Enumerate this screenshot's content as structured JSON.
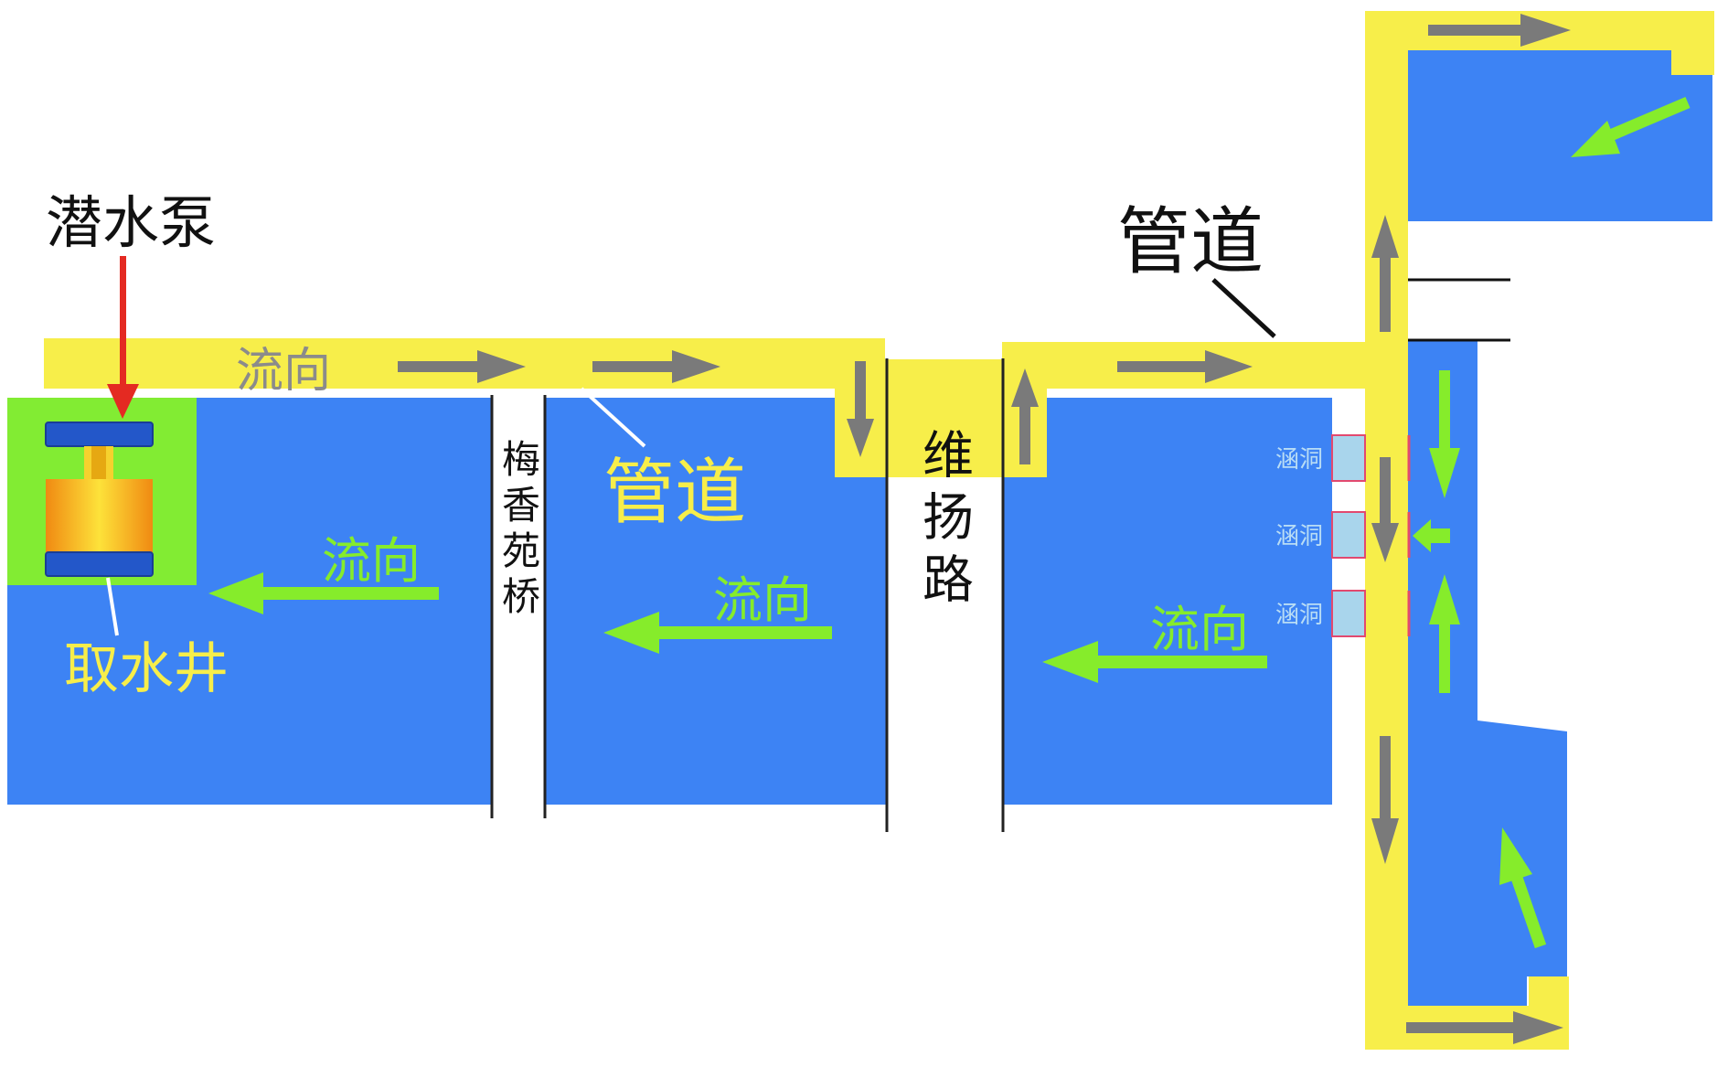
{
  "labels": {
    "pump": "潜水泵",
    "pipe_top_right": "管道",
    "pipe_middle": "管道",
    "intake_well": "取水井",
    "bridge_1": "梅香苑桥",
    "bridge_2": "维扬路",
    "flow_top": "流向",
    "flow_1": "流向",
    "flow_2": "流向",
    "flow_3": "流向",
    "culvert_1": "涵洞",
    "culvert_2": "涵洞",
    "culvert_3": "涵洞"
  },
  "colors": {
    "water": "#3d83f4",
    "pipe": "#f7ee4a",
    "intake": "#82ec33",
    "green_arrow": "#86ec2b",
    "gray_arrow": "#7a7a7a",
    "pump_arrow": "#e42a22",
    "culvert": "#a9d5ec",
    "culvert_edge": "#e2496f"
  }
}
